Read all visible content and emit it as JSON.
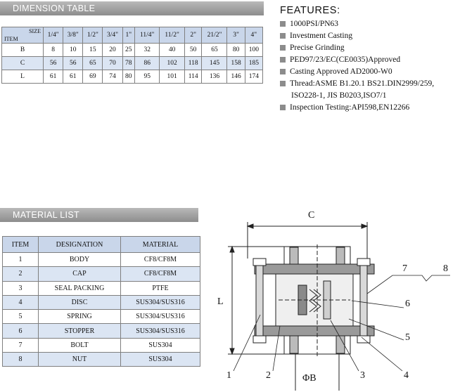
{
  "dimension": {
    "title": "DIMENSION TABLE",
    "corner_size": "SIZE",
    "corner_item": "ITEM",
    "sizes": [
      "1/4\"",
      "3/8\"",
      "1/2\"",
      "3/4\"",
      "1\"",
      "11/4\"",
      "11/2\"",
      "2\"",
      "21/2\"",
      "3\"",
      "4\""
    ],
    "rows": [
      {
        "item": "B",
        "values": [
          "8",
          "10",
          "15",
          "20",
          "25",
          "32",
          "40",
          "50",
          "65",
          "80",
          "100"
        ]
      },
      {
        "item": "C",
        "values": [
          "56",
          "56",
          "65",
          "70",
          "78",
          "86",
          "102",
          "118",
          "145",
          "158",
          "185"
        ]
      },
      {
        "item": "L",
        "values": [
          "61",
          "61",
          "69",
          "74",
          "80",
          "95",
          "101",
          "114",
          "136",
          "146",
          "174"
        ]
      }
    ]
  },
  "features": {
    "title": "FEATURES:",
    "items": [
      "1000PSI/PN63",
      "Investment Casting",
      "Precise Grinding",
      "PED97/23/EC(CE0035)Approved",
      "Casting Approved AD2000-W0",
      "Thread:ASME B1.20.1 BS21.DIN2999/259,",
      "Inspection Testing:API598,EN12266"
    ],
    "thread_continuation": "ISO228-1, JIS B0203,ISO7/1"
  },
  "material": {
    "title": "MATERIAL LIST",
    "headers": [
      "ITEM",
      "DESIGNATION",
      "MATERIAL"
    ],
    "rows": [
      {
        "item": "1",
        "designation": "BODY",
        "material": "CF8/CF8M"
      },
      {
        "item": "2",
        "designation": "CAP",
        "material": "CF8/CF8M"
      },
      {
        "item": "3",
        "designation": "SEAL PACKING",
        "material": "PTFE"
      },
      {
        "item": "4",
        "designation": "DISC",
        "material": "SUS304/SUS316"
      },
      {
        "item": "5",
        "designation": "SPRING",
        "material": "SUS304/SUS316"
      },
      {
        "item": "6",
        "designation": "STOPPER",
        "material": "SUS304/SUS316"
      },
      {
        "item": "7",
        "designation": "BOLT",
        "material": "SUS304"
      },
      {
        "item": "8",
        "designation": "NUT",
        "material": "SUS304"
      }
    ]
  },
  "drawing": {
    "dim_c": "C",
    "dim_l": "L",
    "dim_b": "ΦB",
    "callouts": [
      "1",
      "2",
      "3",
      "4",
      "5",
      "6",
      "7",
      "8"
    ]
  }
}
